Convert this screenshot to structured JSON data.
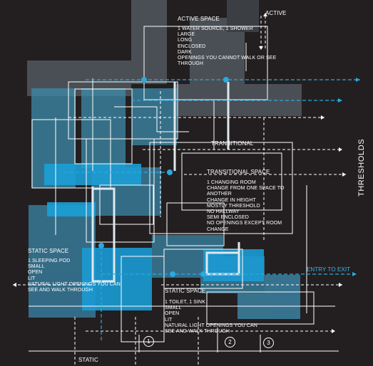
{
  "labels": {
    "active_top": "ACTIVE",
    "active_space": {
      "title": "ACTIVE SPACE",
      "lines": [
        "1 WATER SOURCE, 1 SHOWER",
        "LARGE",
        "LONG",
        "ENCLOSED",
        "DARK",
        "OPENINGS YOU CANNOT WALK OR SEE",
        "THROUGH"
      ]
    },
    "transitional": "TRANSITIONAL",
    "transitional_space": {
      "title": "TRANSITIONAL SPACE",
      "lines": [
        "1 CHANGING ROOM",
        "CHANGE FROM ONE SPACE TO",
        "ANOTHER",
        "CHANGE IN HEIGHT",
        "MOSTLY THRESHOLD",
        "NO HALLWAY",
        "SEMI ENCLOSED",
        "NO OPENINGS EXCEPT ROOM",
        "CHANGE"
      ]
    },
    "static_space_left": {
      "title": "STATIC SPACE",
      "lines": [
        "1 SLEEPING POD",
        "SMALL",
        "OPEN",
        "LIT",
        "NATURAL LIGHT OPENINGS YOU CAN",
        "SEE AND WALK THROUGH"
      ]
    },
    "static_space_center": {
      "title": "STATIC SPACE",
      "lines": [
        "1 TOILET, 1 SINK",
        "SMALL",
        "OPEN",
        "LIT",
        "NATURAL LIGHT OPENINGS YOU CAN",
        "SEE AND WALK THROUGH"
      ]
    },
    "entry_to_exit": "ENTRY TO EXIT",
    "thresholds": "THRESHOLDS",
    "static_bottom": "STATIC",
    "markers": [
      "1",
      "2",
      "3"
    ]
  },
  "colors": {
    "background": "#231f20",
    "line": "#ffffff",
    "accent": "#2aa9e0",
    "grey_block": "#4a4f55",
    "blue_block": "#3a8fb5",
    "bright_blue": "#1aa3dd"
  }
}
